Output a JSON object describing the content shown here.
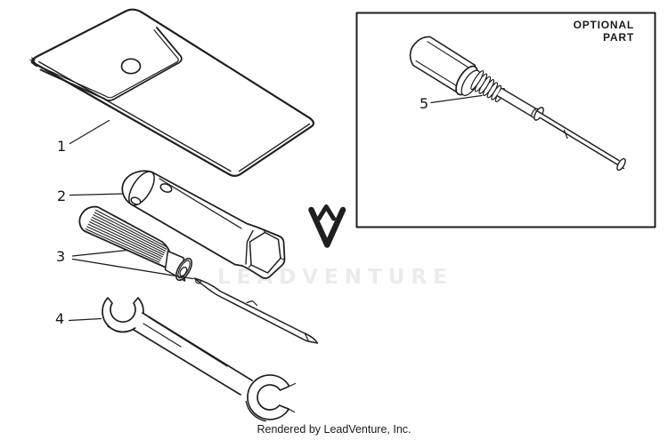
{
  "diagram": {
    "kind": "parts-diagram",
    "colors": {
      "line": "#1f1f1f",
      "background": "#ffffff",
      "watermark": "#ebebeb"
    }
  },
  "callouts": [
    {
      "number": "1",
      "part": "tool-pouch"
    },
    {
      "number": "2",
      "part": "spark-plug-tube-wrench"
    },
    {
      "number": "3",
      "part": "screwdriver-handle-and-blade"
    },
    {
      "number": "4",
      "part": "open-end-wrench"
    },
    {
      "number": "5",
      "part": "optional-tool"
    }
  ],
  "optional_box": {
    "label": "OPTIONAL PART"
  },
  "watermark": {
    "text": "LEADVENTURE",
    "logo_icon": "flame-v-logo"
  },
  "footer": {
    "credit": "Rendered by LeadVenture, Inc."
  }
}
